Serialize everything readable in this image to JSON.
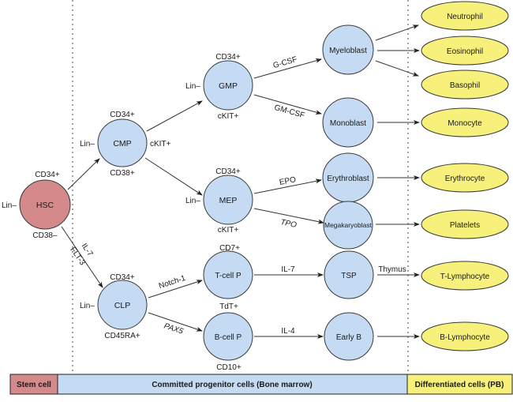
{
  "colors": {
    "stem": "#d48a8a",
    "progenitor": "#c5dbf3",
    "differentiated": "#f7f07a",
    "stroke": "#3a3a3a"
  },
  "nodes": {
    "hsc": {
      "label": "HSC",
      "top": "CD34+",
      "bottom": "CD38–",
      "left": "Lin–"
    },
    "cmp": {
      "label": "CMP",
      "top": "CD34+",
      "bottom": "CD38+",
      "left": "Lin–",
      "right": "cKIT+"
    },
    "gmp": {
      "label": "GMP",
      "top": "CD34+",
      "bottom": "cKIT+",
      "left": "Lin–"
    },
    "mep": {
      "label": "MEP",
      "top": "CD34+",
      "bottom": "cKIT+",
      "left": "Lin–"
    },
    "clp": {
      "label": "CLP",
      "top": "CD34+",
      "bottom": "CD45RA+",
      "left": "Lin–"
    },
    "myeloblast": {
      "label": "Myeloblast"
    },
    "monoblast": {
      "label": "Monoblast"
    },
    "erythroblast": {
      "label": "Erythroblast"
    },
    "megakaryoblast": {
      "label": "Megakaryoblast"
    },
    "tcellp": {
      "label": "T-cell P",
      "top": "CD7+",
      "bottom": "TdT+"
    },
    "tsp": {
      "label": "TSP"
    },
    "bcellp": {
      "label": "B-cell P",
      "bottom": "CD10+"
    },
    "earlyb": {
      "label": "Early B"
    }
  },
  "cells": {
    "neutrophil": "Neutrophil",
    "eosinophil": "Eosinophil",
    "basophil": "Basophil",
    "monocyte": "Monocyte",
    "erythrocyte": "Erythrocyte",
    "platelets": "Platelets",
    "tlymphocyte": "T-Lymphocyte",
    "blymphocyte": "B-Lymphocyte"
  },
  "edges": {
    "il7": "IL-7",
    "flt3": "FLT-3",
    "gcsf": "G-CSF",
    "gmcsf": "GM-CSF",
    "epo": "EPO",
    "tpo": "TPO",
    "notch1": "Notch-1",
    "pax5": "PAX5",
    "il7_t": "IL-7",
    "il4": "IL-4",
    "thymus": "Thymus"
  },
  "legend": {
    "stem": "Stem cell",
    "progenitor": "Committed progenitor cells (Bone marrow)",
    "differentiated": "Differentiated cells (PB)"
  }
}
